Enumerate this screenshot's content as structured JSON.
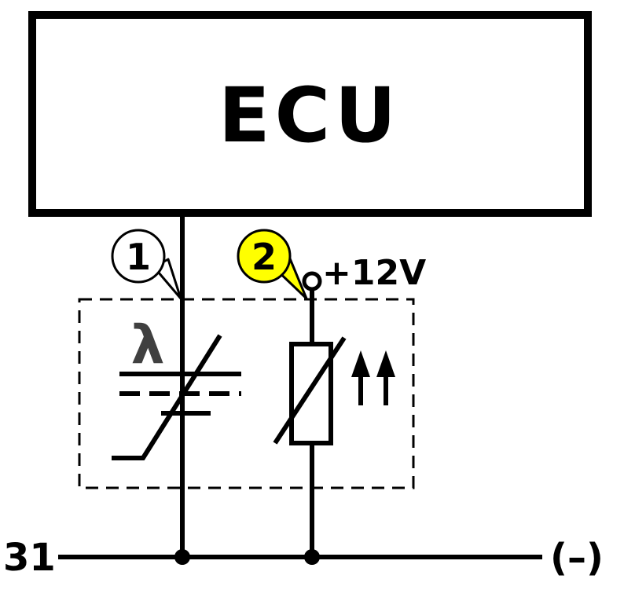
{
  "ecu": {
    "label": "ECU"
  },
  "callouts": [
    {
      "number": "1",
      "fill": "#ffffff"
    },
    {
      "number": "2",
      "fill": "#ffff00"
    }
  ],
  "supply": {
    "label": "+12V"
  },
  "sensor": {
    "symbol": "λ"
  },
  "ground": {
    "left_label": "31",
    "right_label": "(–)"
  },
  "colors": {
    "stroke": "#000000",
    "highlight": "#ffff00",
    "lambda_glyph": "#404040"
  }
}
